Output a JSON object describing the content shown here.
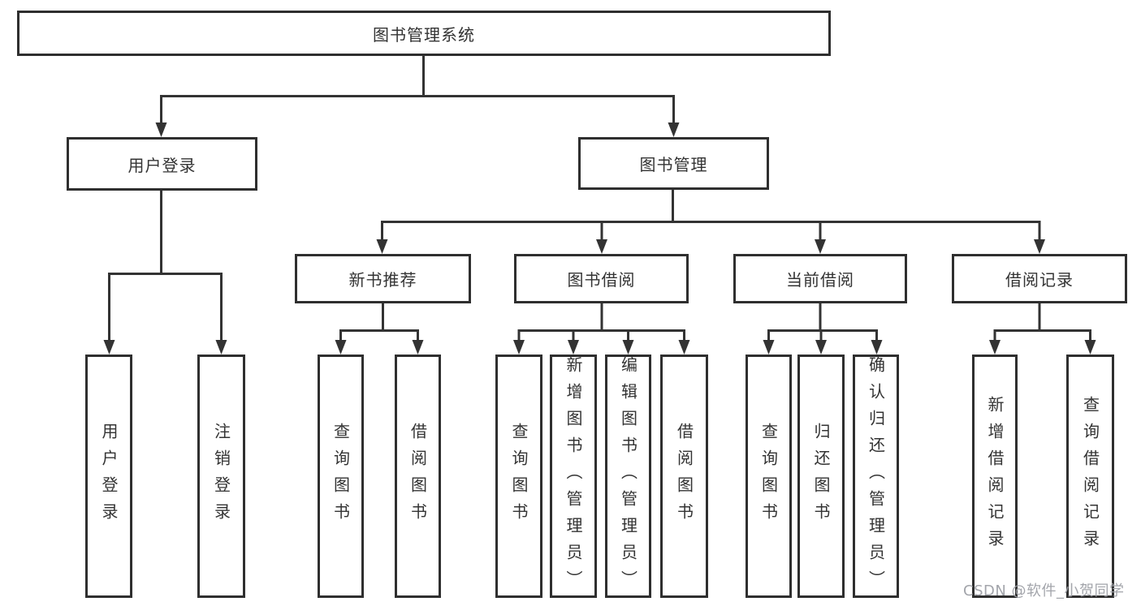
{
  "diagram": {
    "root": {
      "label": "图书管理系统"
    },
    "level2": [
      {
        "label": "用户登录"
      },
      {
        "label": "图书管理"
      }
    ],
    "level3": [
      {
        "label": "新书推荐"
      },
      {
        "label": "图书借阅"
      },
      {
        "label": "当前借阅"
      },
      {
        "label": "借阅记录"
      }
    ],
    "leaves": {
      "user_login": [
        "用户登录",
        "注销登录"
      ],
      "new_book_recommend": [
        "查询图书",
        "借阅图书"
      ],
      "book_borrow": [
        "查询图书",
        "新增图书（管理员）",
        "编辑图书（管理员）",
        "借阅图书"
      ],
      "current_borrow": [
        "查询图书",
        "归还图书",
        "确认归还（管理员）"
      ],
      "borrow_records": [
        "新增借阅记录",
        "查询借阅记录"
      ]
    }
  },
  "watermark": {
    "text": "CSDN @软件_小贺同学"
  },
  "colors": {
    "line": "#333333",
    "box_border": "#2f2f2f",
    "text": "#333333",
    "watermark": "#9ea0a7",
    "background": "#ffffff"
  }
}
